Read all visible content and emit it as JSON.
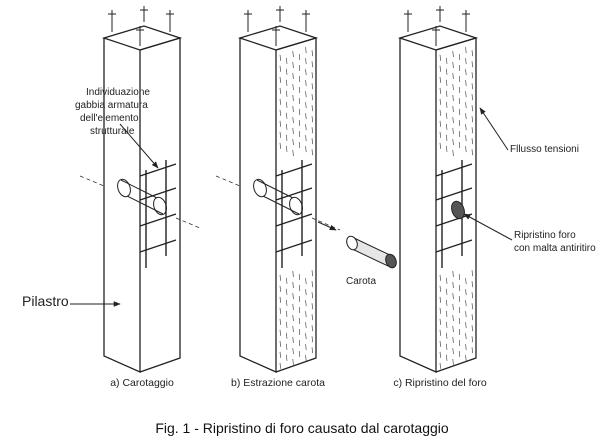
{
  "labels": {
    "cage": [
      "Individuazione",
      "gabbia armatura",
      "dell'elemento",
      "strutturale"
    ],
    "pillar": "Pilastro",
    "core": "Carota",
    "stress_flow": "Fllusso tensioni",
    "repair": [
      "Ripristino foro",
      "con malta antiritiro"
    ]
  },
  "captions": {
    "a": "a) Carotaggio",
    "b": "b) Estrazione carota",
    "c": "c) Ripristino del foro"
  },
  "figure_caption": "Fig. 1 - Ripristino di foro causato dal carotaggio"
}
